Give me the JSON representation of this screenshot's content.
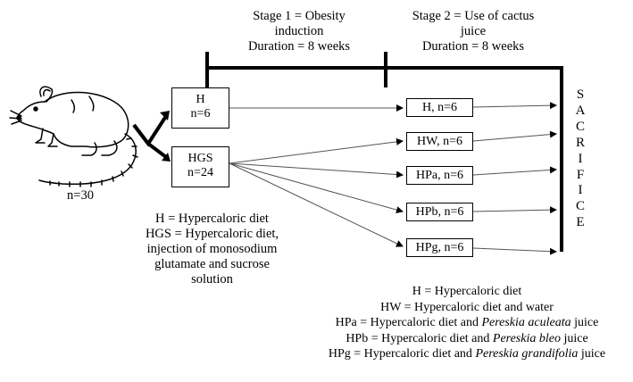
{
  "stage1": {
    "line1": "Stage 1 = Obesity",
    "line2": "induction",
    "line3": "Duration = 8 weeks"
  },
  "stage2": {
    "line1": "Stage 2 = Use of cactus",
    "line2": "juice",
    "line3": "Duration = 8 weeks"
  },
  "start": {
    "count": "n=30",
    "icon": "rat-icon"
  },
  "groups_stage1": [
    {
      "name": "H",
      "n": "n=6"
    },
    {
      "name": "HGS",
      "n": "n=24"
    }
  ],
  "groups_stage2": [
    "H, n=6",
    "HW, n=6",
    "HPa, n=6",
    "HPb, n=6",
    "HPg, n=6"
  ],
  "endpoint": [
    "S",
    "A",
    "C",
    "R",
    "I",
    "F",
    "I",
    "C",
    "E"
  ],
  "legend1": [
    "H = Hypercaloric diet",
    "HGS = Hypercaloric diet,",
    "injection of monosodium",
    "glutamate and sucrose",
    "solution"
  ],
  "legend2": [
    {
      "prefix": "H = Hypercaloric diet",
      "species": "",
      "suffix": ""
    },
    {
      "prefix": "HW = Hypercaloric diet and water",
      "species": "",
      "suffix": ""
    },
    {
      "prefix": "HPa = Hypercaloric diet and ",
      "species": "Pereskia aculeata",
      "suffix": " juice"
    },
    {
      "prefix": "HPb = Hypercaloric diet and ",
      "species": "Pereskia bleo",
      "suffix": " juice"
    },
    {
      "prefix": "HPg = Hypercaloric diet and ",
      "species": "Pereskia grandifolia",
      "suffix": " juice"
    }
  ]
}
